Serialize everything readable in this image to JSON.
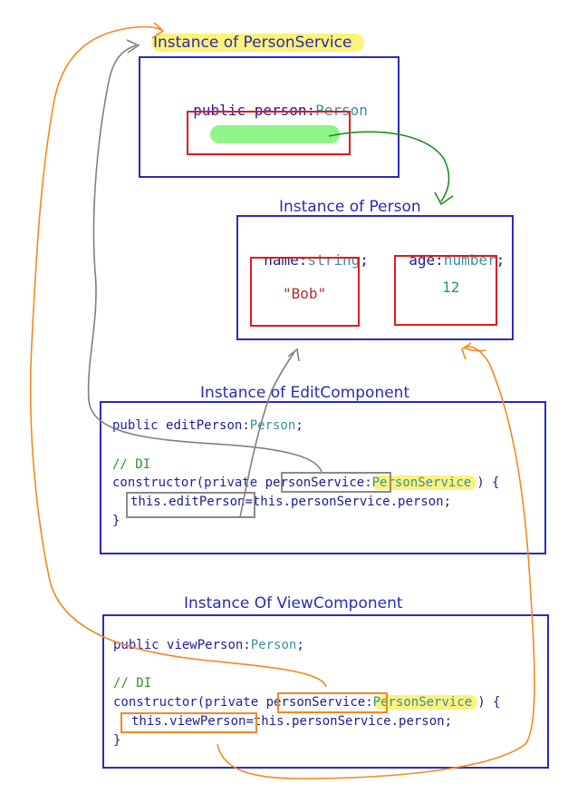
{
  "person_service": {
    "title": "Instance of PersonService",
    "field_kw": "public",
    "field_name": "person",
    "field_type": "Person"
  },
  "person": {
    "title": "Instance of Person",
    "name_label": "name",
    "name_type": "string",
    "age_label": "age",
    "age_type": "number",
    "name_value": "\"Bob\"",
    "age_value": "12"
  },
  "edit_component": {
    "title": "Instance of EditComponent",
    "line1_kw": "public",
    "line1_name": "editPerson",
    "line1_type": "Person",
    "comment": "// DI",
    "ctor_kw": "constructor",
    "private_kw": "private",
    "param_name": "personService",
    "param_type": "PersonService",
    "body_prefix": "this.editPerson",
    "body_rest": "=this.personService.person;"
  },
  "view_component": {
    "title": "Instance Of ViewComponent",
    "line1_kw": "public",
    "line1_name": "viewPerson",
    "line1_type": "Person",
    "comment": "// DI",
    "ctor_kw": "constructor",
    "private_kw": "private",
    "param_name": "personService",
    "param_type": "PersonService",
    "body_prefix": "this.viewPerson",
    "body_rest": "=this.personService.person;"
  },
  "colors": {
    "box_border": "#2b2bbd",
    "red_box": "#e01b1b",
    "highlight": "#fdf27a",
    "orange_arrow": "#f28a1e",
    "gray_arrow": "#808080",
    "green_arrow": "#1e8c1e",
    "green_bar": "#8ef58a"
  }
}
